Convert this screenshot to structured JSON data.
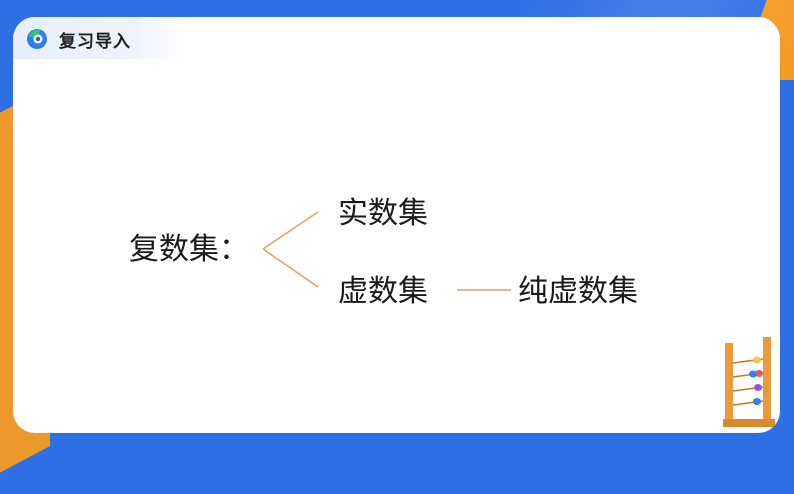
{
  "header": {
    "title": "复习导入",
    "icon": "logo-icon"
  },
  "diagram": {
    "root": "复数集",
    "separator": "：",
    "branch_top": "实数集",
    "branch_bottom": "虚数集",
    "sub_bottom": "纯虚数集",
    "connector_color": "#d9a36b"
  },
  "decorations": {
    "corner_icon": "abacus-icon"
  },
  "colors": {
    "background": "#2e6fe6",
    "accent": "#f59a23",
    "card": "#ffffff"
  }
}
